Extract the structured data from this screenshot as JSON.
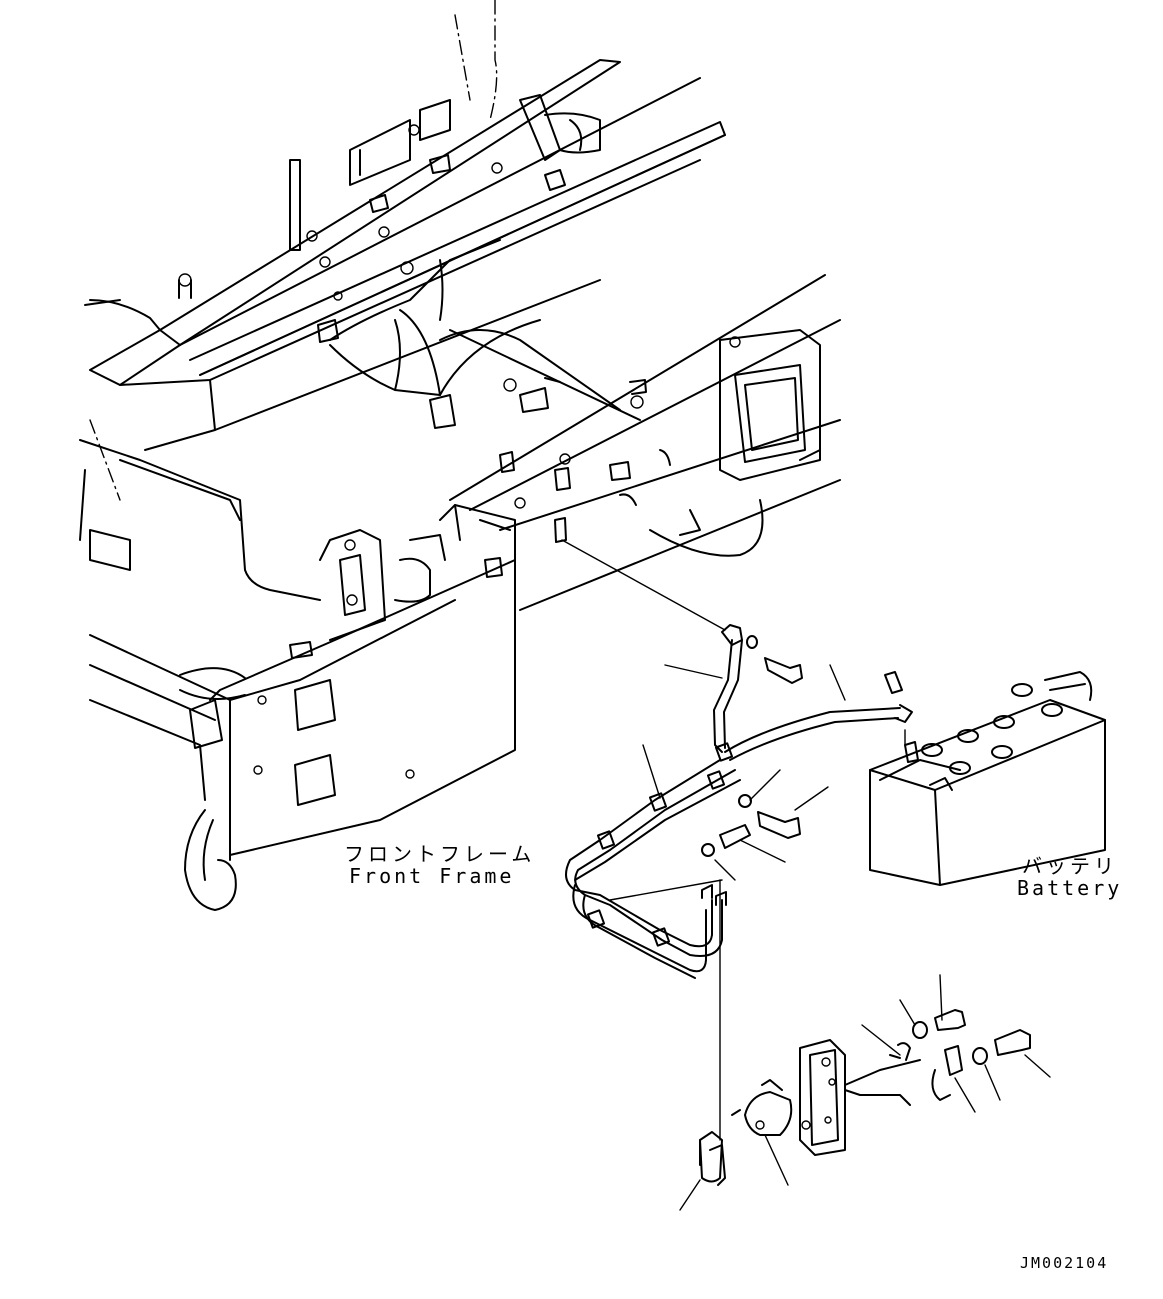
{
  "labels": {
    "front_frame_jp": "フロントフレーム",
    "front_frame_en": "Front Frame",
    "battery_jp": "バッテリ",
    "battery_en": "Battery",
    "drawing_code": "JM002104"
  },
  "colors": {
    "background": "#ffffff",
    "line": "#000000"
  }
}
